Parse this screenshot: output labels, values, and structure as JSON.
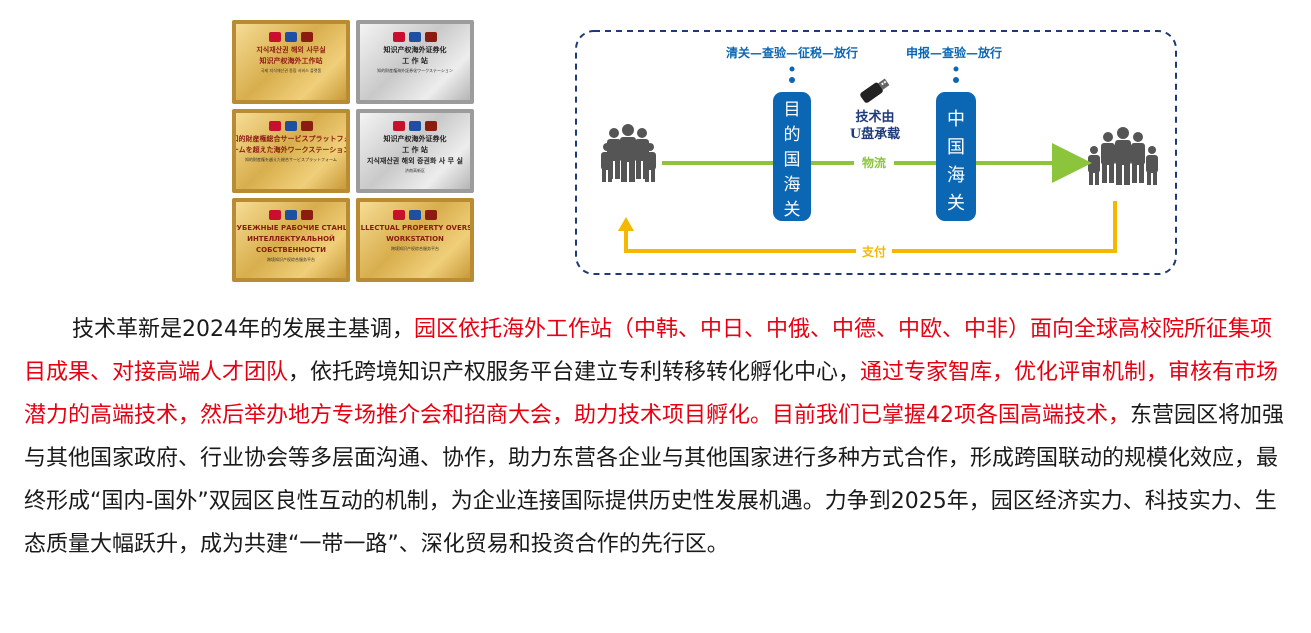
{
  "plaques": [
    {
      "style": "gold",
      "lines": [
        "지식재산권 해외 사무실",
        "知识产权海外工作站"
      ],
      "small": "국제 지식재산권 종합 서비스 플랫폼"
    },
    {
      "style": "silver",
      "lines": [
        "知识产权海外证券化",
        "工 作 站"
      ],
      "small": "知的財産権海外証券化ワークステーション"
    },
    {
      "style": "gold",
      "lines": [
        "知的財産権総合サービスプラットフォ",
        "ームを超えた海外ワークステーション"
      ],
      "small": "知的財産権を越えた総合サービスプラットフォーム"
    },
    {
      "style": "silver",
      "lines": [
        "知识产权海外证券化",
        "工 作 站",
        "지식재산권 해외 증권화 사 무 실"
      ],
      "small": "济南高新区"
    },
    {
      "style": "gold",
      "lines": [
        "ЗАРУБЕЖНЫЕ РАБОЧИЕ СТАНЦИИ",
        "ИНТЕЛЛЕКТУАЛЬНОЙ",
        "СОБСТВЕННОСТИ"
      ],
      "small": "跨境知识产权综合服务平台"
    },
    {
      "style": "gold",
      "lines": [
        "INTELLECTUAL PROPERTY OVERSEAS",
        "WORKSTATION"
      ],
      "small": "跨境知识产权综合服务平台"
    }
  ],
  "diagram": {
    "top_left_label": "清关—查验—征税—放行",
    "top_right_label": "申报—查验—放行",
    "left_customs": "目的国海关",
    "right_customs": "中国海关",
    "usb_label_1": "技术由",
    "usb_label_2": "U盘承载",
    "logistics_label": "物流",
    "payment_label": "支付",
    "colors": {
      "blue": "#0b67b3",
      "green": "#8cc43c",
      "gold": "#f5b800",
      "border": "#1f3a78",
      "gray": "#555555"
    }
  },
  "paragraph": {
    "s1": "技术革新是2024年的发展主基调，",
    "s2": "园区依托海外工作站（中韩、中日、中俄、中德、中欧、中非）面向全球高校院所征集项目成果、对接高端人才团队",
    "s3": "，依托跨境知识产权服务平台建立专利转移转化孵化中心，",
    "s4": "通过专家智库，优化评审机制，审核有市场潜力的高端技术，然后举办地方专场推介会和招商大会，助力技术项目孵化。目前我们已掌握42项各国高端技术，",
    "s5": "东营园区将加强与其他国家政府、行业协会等多层面沟通、协作，助力东营各企业与其他国家进行多种方式合作，形成跨国联动的规模化效应，最终形成“国内-国外”双园区良性互动的机制，为企业连接国际提供历史性发展机遇。力争到2025年，园区经济实力、科技实力、生态质量大幅跃升，成为共建“一带一路”、深化贸易和投资合作的先行区。"
  }
}
